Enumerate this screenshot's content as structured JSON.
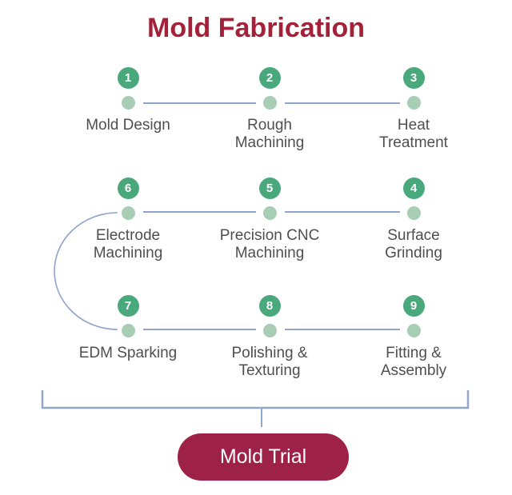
{
  "title": "Mold Fabrication",
  "colors": {
    "title": "#A42239",
    "button_bg": "#9E2147",
    "circle_green": "#49A87C",
    "dot_green": "#A7CDB4",
    "line_blue": "#8FA3CB",
    "bracket_blue": "#92A8C6",
    "label_gray": "#4F4F4F"
  },
  "steps": [
    {
      "number": "1",
      "label": "Mold Design"
    },
    {
      "number": "2",
      "label": "Rough\nMachining"
    },
    {
      "number": "3",
      "label": "Heat\nTreatment"
    },
    {
      "number": "4",
      "label": "Surface\nGrinding"
    },
    {
      "number": "5",
      "label": "Precision CNC\nMachining"
    },
    {
      "number": "6",
      "label": "Electrode\nMachining"
    },
    {
      "number": "7",
      "label": "EDM Sparking"
    },
    {
      "number": "8",
      "label": "Polishing &\nTexturing"
    },
    {
      "number": "9",
      "label": "Fitting &\nAssembly"
    }
  ],
  "button": {
    "label": "Mold Trial"
  }
}
